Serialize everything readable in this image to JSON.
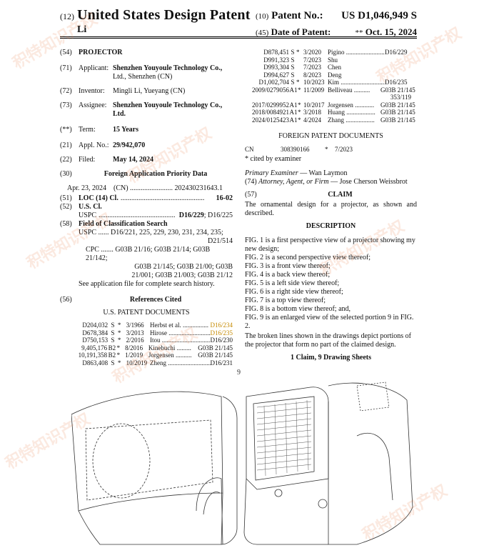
{
  "header": {
    "left_code": "(12)",
    "title": "United States Design Patent",
    "inventor_short": "Li",
    "patent_no_code": "(10)",
    "patent_no_label": "Patent No.:",
    "patent_no": "US D1,046,949 S",
    "date_code": "(45)",
    "date_label": "Date of Patent:",
    "date_marker": "**",
    "date": "Oct. 15, 2024"
  },
  "left": {
    "title_code": "(54)",
    "title_value": "PROJECTOR",
    "applicant_code": "(71)",
    "applicant_label": "Applicant:",
    "applicant_value_1": "Shenzhen Youyoule Technology Co.,",
    "applicant_value_2": "Ltd., Shenzhen (CN)",
    "inventor_code": "(72)",
    "inventor_label": "Inventor:",
    "inventor_value": "Mingli Li, Yueyang (CN)",
    "assignee_code": "(73)",
    "assignee_label": "Assignee:",
    "assignee_value_1": "Shenzhen Youyoule Technology Co.,",
    "assignee_value_2": "Ltd.",
    "term_code": "(**)",
    "term_label": "Term:",
    "term_value": "15 Years",
    "appl_code": "(21)",
    "appl_label": "Appl. No.:",
    "appl_value": "29/942,070",
    "filed_code": "(22)",
    "filed_label": "Filed:",
    "filed_value": "May 14, 2024",
    "priority_code": "(30)",
    "priority_title": "Foreign Application Priority Data",
    "priority_line": "Apr. 23, 2024    (CN) ........................ 202430231643.1",
    "loc_code": "(51)",
    "loc_label": "LOC (14) Cl.",
    "loc_dots": "...............................................",
    "loc_value": "16-02",
    "uscl_code": "(52)",
    "uscl_label": "U.S. Cl.",
    "uspc_label": "USPC",
    "uspc_dots": "...........................................",
    "uspc_value": "D16/229",
    "uspc_rest": "; D16/225",
    "field_code": "(58)",
    "field_label": "Field of Classification Search",
    "field_lines": [
      "USPC ...... D16/221, 225, 229, 230, 231, 234, 235;",
      "D21/514",
      "CPC ....... G03B 21/16; G03B 21/14; G03B 21/142;",
      "G03B 21/145; G03B 21/00; G03B",
      "21/001; G03B 21/003; G03B 21/12"
    ],
    "field_note": "See application file for complete search history.",
    "refs_code": "(56)",
    "refs_title": "References Cited",
    "us_docs_title": "U.S. PATENT DOCUMENTS",
    "us_refs": [
      {
        "no": "D204,032",
        "kind": "S",
        "star": "*",
        "date": "3/1966",
        "name": "Herbst et al. ................",
        "cls": "D16/234"
      },
      {
        "no": "D678,384",
        "kind": "S",
        "star": "*",
        "date": "3/2013",
        "name": "Hirose ..........................",
        "cls": "D16/235"
      },
      {
        "no": "D750,153",
        "kind": "S",
        "star": "*",
        "date": "2/2016",
        "name": "Itou ..............................",
        "cls": "D16/230"
      },
      {
        "no": "9,405,176",
        "kind": "B2",
        "star": "*",
        "date": "8/2016",
        "name": "Kinebuchi .........",
        "cls": "G03B 21/145"
      },
      {
        "no": "10,191,358",
        "kind": "B2",
        "star": "*",
        "date": "1/2019",
        "name": "Jorgensen ..........",
        "cls": "G03B 21/145"
      },
      {
        "no": "D863,408",
        "kind": "S",
        "star": "*",
        "date": "10/2019",
        "name": "Zheng ............................",
        "cls": "D16/231"
      }
    ]
  },
  "right": {
    "refs": [
      {
        "no": "D878,451",
        "kind": "S",
        "star": "*",
        "date": "3/2020",
        "name": "Pigino ..........................",
        "cls": "D16/229"
      },
      {
        "no": "D991,323",
        "kind": "S",
        "star": "",
        "date": "7/2023",
        "name": "Shu",
        "cls": ""
      },
      {
        "no": "D993,304",
        "kind": "S",
        "star": "",
        "date": "7/2023",
        "name": "Chen",
        "cls": ""
      },
      {
        "no": "D994,627",
        "kind": "S",
        "star": "",
        "date": "8/2023",
        "name": "Deng",
        "cls": ""
      },
      {
        "no": "D1,002,704",
        "kind": "S",
        "star": "*",
        "date": "10/2023",
        "name": "Kim ...............................",
        "cls": "D16/235"
      },
      {
        "no": "2009/0279056",
        "kind": "A1",
        "star": "*",
        "date": "11/2009",
        "name": "Belliveau ..........",
        "cls": "G03B 21/145"
      },
      {
        "no": "",
        "kind": "",
        "star": "",
        "date": "",
        "name": "",
        "cls": "353/119"
      },
      {
        "no": "2017/0299952",
        "kind": "A1",
        "star": "*",
        "date": "10/2017",
        "name": "Jorgensen ............",
        "cls": "G03B 21/145"
      },
      {
        "no": "2018/0084921",
        "kind": "A1",
        "star": "*",
        "date": "3/2018",
        "name": "Huang ..................",
        "cls": "G03B 21/145"
      },
      {
        "no": "2024/0125423",
        "kind": "A1",
        "star": "*",
        "date": "4/2024",
        "name": "Zhang ..................",
        "cls": "G03B 21/145"
      }
    ],
    "foreign_title": "FOREIGN PATENT DOCUMENTS",
    "foreign_country": "CN",
    "foreign_no": "308390166",
    "foreign_star": "*",
    "foreign_date": "7/2023",
    "cited_note": "* cited by examiner",
    "examiner_label": "Primary Examiner",
    "examiner_value": "— Wan Laymon",
    "attorney_code": "(74)",
    "attorney_label": "Attorney, Agent, or Firm",
    "attorney_value": "— Jose Cherson Weissbrot",
    "claim_code": "(57)",
    "claim_title": "CLAIM",
    "claim_text": "The ornamental design for a projector, as shown and described.",
    "desc_title": "DESCRIPTION",
    "desc_lines": [
      "FIG. 1 is a first perspective view of a projector showing my new design;",
      "FIG. 2 is a second perspective view thereof;",
      "FIG. 3 is a front view thereof;",
      "FIG. 4 is a back view thereof;",
      "FIG. 5 is a left side view thereof;",
      "FIG. 6 is a right side view thereof;",
      "FIG. 7 is a top view thereof;",
      "FIG. 8 is a bottom view thereof; and,",
      "FIG. 9 is an enlarged view of the selected portion 9 in FIG. 2."
    ],
    "broken_lines": "The broken lines shown in the drawings depict portions of the projector that form no part of the claimed design.",
    "claims_count": "1 Claim, 9 Drawing Sheets"
  },
  "drawing": {
    "label": "9"
  },
  "watermarks": [
    "积特知识产权",
    "积特知识产权",
    "积特知识产权",
    "积特知识产权",
    "积特知识产权",
    "积特知识产权",
    "积特知识产权",
    "积特知识产权"
  ]
}
